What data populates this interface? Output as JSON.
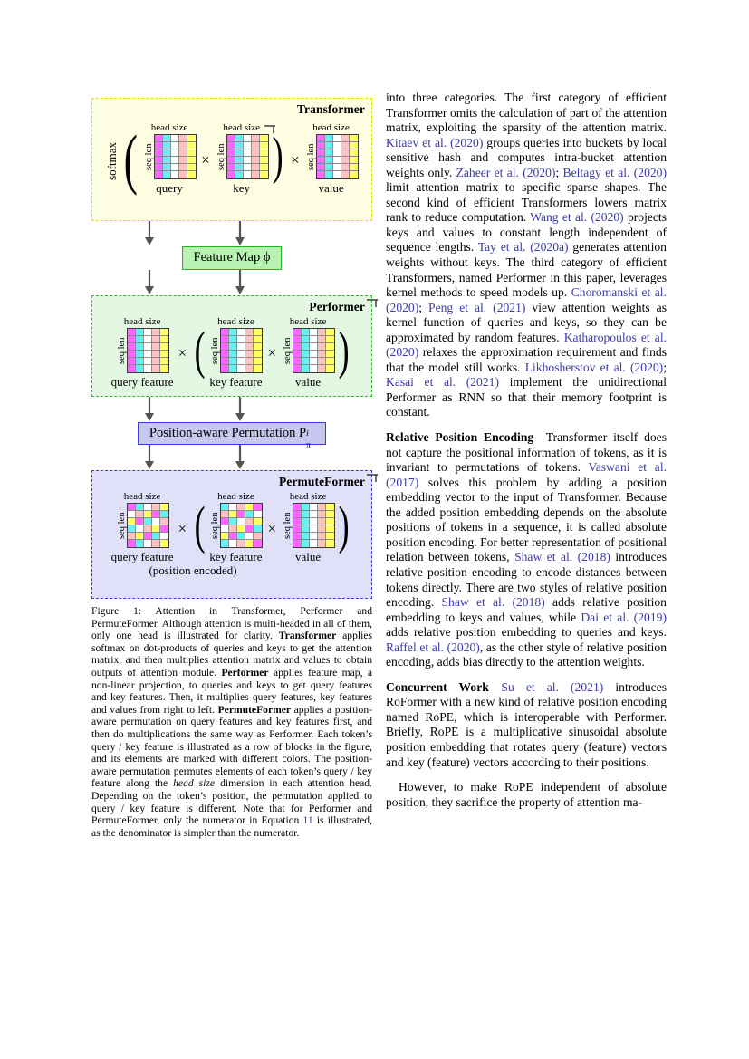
{
  "figure": {
    "blocks": [
      {
        "id": "transformer",
        "title": "Transformer",
        "softmax_label": "softmax",
        "matrices": [
          {
            "head_label": "head size",
            "side_label": "seq len",
            "caption": "query",
            "permuted": false
          },
          {
            "head_label": "head size",
            "side_label": "seq len",
            "caption": "key",
            "permuted": false,
            "transpose": "T"
          },
          {
            "head_label": "head size",
            "side_label": "seq len",
            "caption": "value",
            "permuted": false
          }
        ],
        "operator": "×"
      },
      {
        "id": "performer",
        "title": "Performer",
        "matrices": [
          {
            "head_label": "head size",
            "side_label": "seq len",
            "caption": "query feature",
            "permuted": false
          },
          {
            "head_label": "head size",
            "side_label": "seq len",
            "caption": "key feature",
            "permuted": false,
            "transpose": "T"
          },
          {
            "head_label": "head size",
            "side_label": "seq len",
            "caption": "value",
            "permuted": false
          }
        ],
        "operator": "×"
      },
      {
        "id": "permuteformer",
        "title": "PermuteFormer",
        "matrices": [
          {
            "head_label": "head size",
            "side_label": "seq len",
            "caption": "query feature",
            "caption2": "(position encoded)",
            "permuted": true
          },
          {
            "head_label": "head size",
            "side_label": "seq len",
            "caption": "key feature",
            "permuted": true,
            "transpose": "T"
          },
          {
            "head_label": "head size",
            "side_label": "seq len",
            "caption": "value",
            "permuted": false
          }
        ],
        "operator": "×"
      }
    ],
    "stage_boxes": [
      {
        "id": "feature-map",
        "label": "Feature Map ϕ"
      },
      {
        "id": "permutation",
        "label": "Position-aware Permutation P",
        "sup": "i",
        "sub": "π"
      }
    ],
    "matrix_colors": [
      "#ff66ff",
      "#66f0f0",
      "#ffffff",
      "#ffc2c2",
      "#ffff66"
    ],
    "matrix_rows": 6,
    "matrix_cols": 5,
    "box_colors": {
      "transformer_border": "#e8e000",
      "transformer_fill": "#fdfde2",
      "performer_border": "#2fc02f",
      "performer_fill": "#e4f7e2",
      "permuteformer_border": "#3a3ae0",
      "permuteformer_fill": "#e0e0f8",
      "featuremap_border": "#22b522",
      "featuremap_fill": "#b7f2b2",
      "permutation_border": "#3a3ae0",
      "permutation_fill": "#c7c7ef"
    },
    "caption": {
      "label": "Figure 1:",
      "text_1": " Attention in Transformer, Performer and PermuteFormer. Although attention is multi-headed in all of them, only one head is illustrated for clarity. ",
      "bold_1": "Transformer",
      "text_2": " applies softmax on dot-products of queries and keys to get the attention matrix, and then multiplies attention matrix and values to obtain outputs of attention module. ",
      "bold_2": "Performer",
      "text_3": " applies feature map, a non-linear projection, to queries and keys to get query features and key features. Then, it multiplies query features, key features and values from right to left. ",
      "bold_3": "PermuteFormer",
      "text_4": " applies a position-aware permutation on query features and key features first, and then do multiplications the same way as Performer. Each token’s query / key feature is illustrated as a row of blocks in the figure, and its elements are marked with different colors. The position-aware permutation permutes elements of each token’s query / key feature along the ",
      "italic_1": "head size",
      "text_5": " dimension in each attention head. Depending on the token’s position, the permutation applied to query / key feature is different. Note that for Performer and PermuteFormer, only the numerator in Equation ",
      "link_1": "11",
      "text_6": " is illustrated, as the denominator is simpler than the numerator."
    }
  },
  "right_column": {
    "paragraphs": [
      {
        "id": "efficient-transformer",
        "indent": false,
        "runs": [
          {
            "t": "into three categories. The first category of efficient Transformer omits the calculation of part of the attention matrix, exploiting the sparsity of the attention matrix. "
          },
          {
            "t": "Kitaev et al. (2020)",
            "style": "cite"
          },
          {
            "t": " groups queries into buckets by local sensitive hash and computes intra-bucket attention weights only. "
          },
          {
            "t": "Zaheer et al. (2020)",
            "style": "cite"
          },
          {
            "t": "; "
          },
          {
            "t": "Beltagy et al. (2020)",
            "style": "cite"
          },
          {
            "t": " limit attention matrix to specific sparse shapes. The second kind of efficient Transformers lowers matrix rank to reduce computation. "
          },
          {
            "t": "Wang et al. (2020)",
            "style": "cite"
          },
          {
            "t": " projects keys and values to constant length independent of sequence lengths. "
          },
          {
            "t": "Tay et al. (2020a)",
            "style": "cite"
          },
          {
            "t": " generates attention weights without keys. The third category of efficient Transformers, named Performer in this paper, leverages kernel methods to speed models up. "
          },
          {
            "t": "Choromanski et al. (2020)",
            "style": "cite"
          },
          {
            "t": "; "
          },
          {
            "t": "Peng et al. (2021)",
            "style": "cite"
          },
          {
            "t": " view attention weights as kernel function of queries and keys, so they can be approximated by random features. "
          },
          {
            "t": "Katharopoulos et al. (2020)",
            "style": "cite"
          },
          {
            "t": " relaxes the approximation requirement and finds that the model still works. "
          },
          {
            "t": "Likhosherstov et al. (2020)",
            "style": "cite"
          },
          {
            "t": "; "
          },
          {
            "t": "Kasai et al. (2021)",
            "style": "cite"
          },
          {
            "t": " implement the unidirectional Performer as RNN so that their memory footprint is constant."
          }
        ]
      },
      {
        "id": "relative-position-encoding",
        "indent": false,
        "runs": [
          {
            "t": "Relative Position Encoding",
            "style": "runin"
          },
          {
            "t": " Transformer itself does not capture the positional information of tokens, as it is invariant to permutations of tokens. "
          },
          {
            "t": "Vaswani et al. (2017)",
            "style": "cite"
          },
          {
            "t": " solves this problem by adding a position embedding vector to the input of Transformer. Because the added position embedding depends on the absolute positions of tokens in a sequence, it is called absolute position encoding. For better representation of positional relation between tokens, "
          },
          {
            "t": "Shaw et al. (2018)",
            "style": "cite"
          },
          {
            "t": " introduces relative position encoding to encode distances between tokens directly. There are two styles of relative position encoding. "
          },
          {
            "t": "Shaw et al. (2018)",
            "style": "cite"
          },
          {
            "t": " adds relative position embedding to keys and values, while "
          },
          {
            "t": "Dai et al. (2019)",
            "style": "cite"
          },
          {
            "t": " adds relative position embedding to queries and keys. "
          },
          {
            "t": "Raffel et al. (2020)",
            "style": "cite"
          },
          {
            "t": ", as the other style of relative position encoding, adds bias directly to the attention weights."
          }
        ]
      },
      {
        "id": "concurrent-work",
        "indent": false,
        "runs": [
          {
            "t": "Concurrent Work",
            "style": "runin"
          },
          {
            "t": " "
          },
          {
            "t": "Su et al. (2021)",
            "style": "cite"
          },
          {
            "t": " introduces RoFormer with a new kind of relative position encoding named RoPE, which is interoperable with Performer. Briefly, RoPE is a multiplicative sinusoidal absolute position embedding that rotates query (feature) vectors and key (feature) vectors according to their positions."
          }
        ]
      },
      {
        "id": "rope-limitation",
        "indent": true,
        "runs": [
          {
            "t": "However, to make RoPE independent of absolute position, they sacrifice the property of attention ma-"
          }
        ]
      }
    ]
  },
  "colors": {
    "citation_link": "#3b3bac",
    "text": "#000000",
    "page_background": "#ffffff"
  }
}
